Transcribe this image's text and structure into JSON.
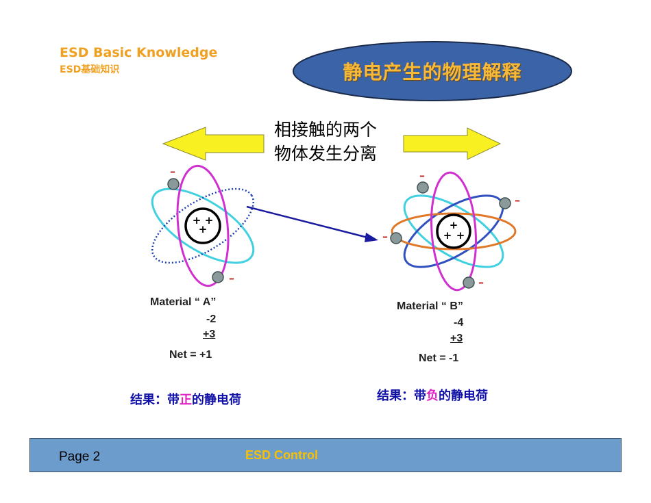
{
  "header": {
    "title_en": "ESD Basic Knowledge",
    "title_cn": "ESD基础知识"
  },
  "slide_title": "静电产生的物理解释",
  "separation_text": {
    "line1": "相接触的两个",
    "line2": "物体发生分离"
  },
  "material_a": {
    "label": "Material “ A”",
    "neg": "-2",
    "pos": "+3",
    "net": "Net = +1"
  },
  "material_b": {
    "label": "Material “ B”",
    "neg": "-4",
    "pos": "+3",
    "net": "Net = -1"
  },
  "result_a": {
    "prefix": "结果：带",
    "charge": "正",
    "suffix": "的静电荷"
  },
  "result_b": {
    "prefix": "结果：带",
    "charge": "负",
    "suffix": "的静电荷"
  },
  "symbols": {
    "minus": "–",
    "plus": "+"
  },
  "footer": {
    "page": "Page 2",
    "brand": "ESD Control"
  },
  "colors": {
    "header_orange": "#f0a020",
    "oval_fill": "#3a63a8",
    "arrow_yellow": "#f8f020",
    "footer_bg": "#6b9ccc",
    "result_blue": "#1010a8",
    "result_highlight": "#e020c0"
  }
}
